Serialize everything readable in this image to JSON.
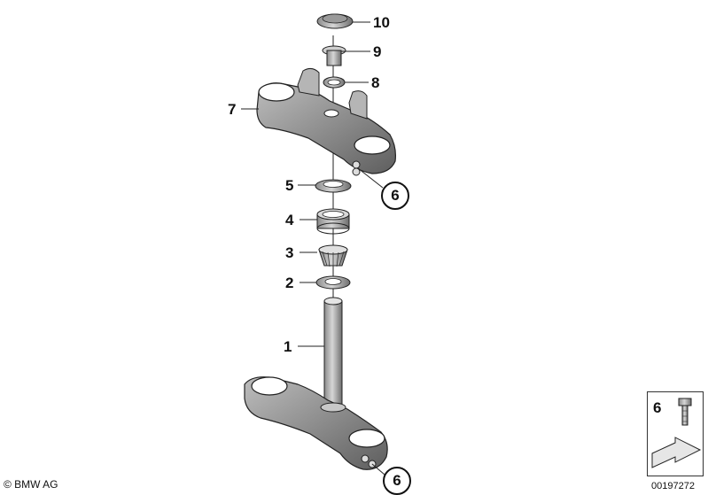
{
  "callouts": {
    "p10": "10",
    "p9": "9",
    "p8": "8",
    "p7": "7",
    "p5": "5",
    "p4": "4",
    "p3": "3",
    "p2": "2",
    "p1": "1",
    "p6_upper": "6",
    "p6_lower": "6"
  },
  "legend": {
    "part_number": "6"
  },
  "footer": {
    "copyright": "© BMW AG",
    "document_number": "00197272"
  }
}
